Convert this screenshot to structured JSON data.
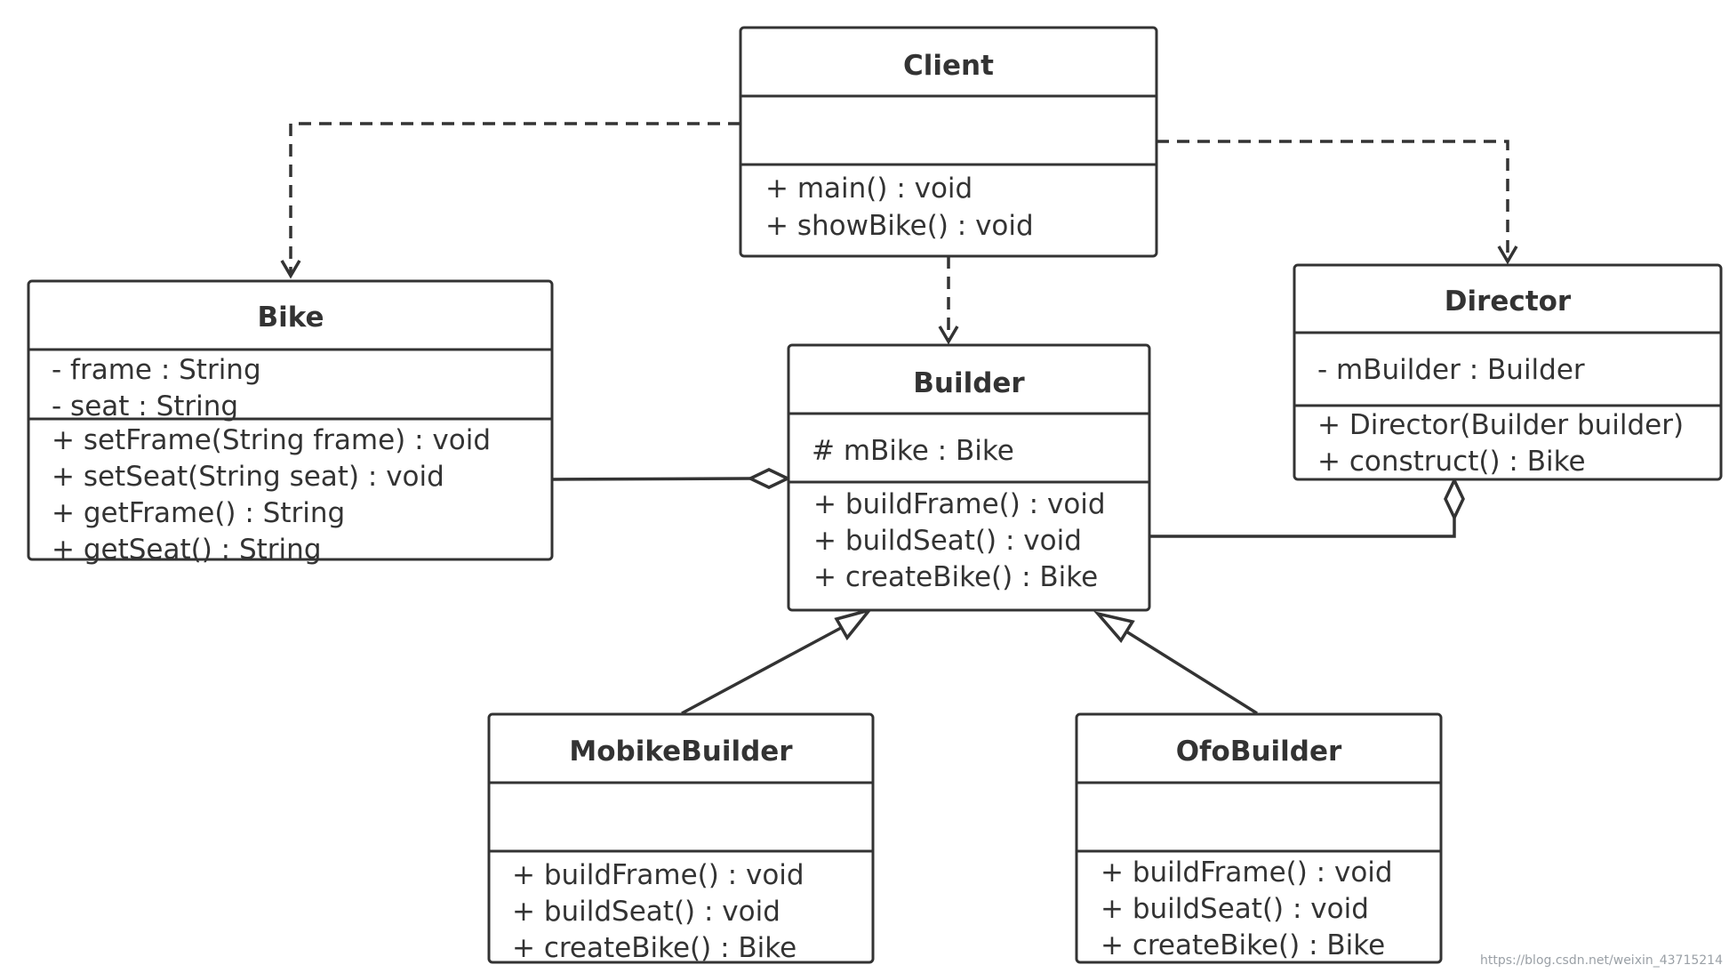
{
  "diagram": {
    "classes": [
      {
        "id": "client",
        "name": "Client",
        "attributes": [],
        "methods": [
          "+ main() : void",
          "+ showBike() : void"
        ]
      },
      {
        "id": "bike",
        "name": "Bike",
        "attributes": [
          "- frame : String",
          "- seat : String"
        ],
        "methods": [
          "+ setFrame(String frame) : void",
          "+ setSeat(String seat) : void",
          "+ getFrame() : String",
          "+ getSeat() : String"
        ]
      },
      {
        "id": "builder",
        "name": "Builder",
        "attributes": [
          "# mBike : Bike"
        ],
        "methods": [
          "+ buildFrame() : void",
          "+ buildSeat() : void",
          "+ createBike() : Bike"
        ]
      },
      {
        "id": "director",
        "name": "Director",
        "attributes": [
          "- mBuilder : Builder"
        ],
        "methods": [
          "+ Director(Builder builder)",
          "+ construct() : Bike"
        ]
      },
      {
        "id": "mobikebuilder",
        "name": "MobikeBuilder",
        "attributes": [],
        "methods": [
          "+ buildFrame() : void",
          "+ buildSeat() : void",
          "+ createBike() : Bike"
        ]
      },
      {
        "id": "ofobuilder",
        "name": "OfoBuilder",
        "attributes": [],
        "methods": [
          "+ buildFrame() : void",
          "+ buildSeat() : void",
          "+ createBike() : Bike"
        ]
      }
    ],
    "relations": [
      {
        "type": "dependency",
        "from": "client",
        "to": "bike"
      },
      {
        "type": "dependency",
        "from": "client",
        "to": "builder"
      },
      {
        "type": "dependency",
        "from": "client",
        "to": "director"
      },
      {
        "type": "aggregation",
        "whole": "builder",
        "part": "bike"
      },
      {
        "type": "aggregation",
        "whole": "director",
        "part": "builder"
      },
      {
        "type": "generalization",
        "child": "mobikebuilder",
        "parent": "builder"
      },
      {
        "type": "generalization",
        "child": "ofobuilder",
        "parent": "builder"
      }
    ]
  },
  "watermark": "https://blog.csdn.net/weixin_43715214",
  "colors": {
    "line": "#333333",
    "background": "#ffffff",
    "watermark": "#9aa0a6"
  }
}
